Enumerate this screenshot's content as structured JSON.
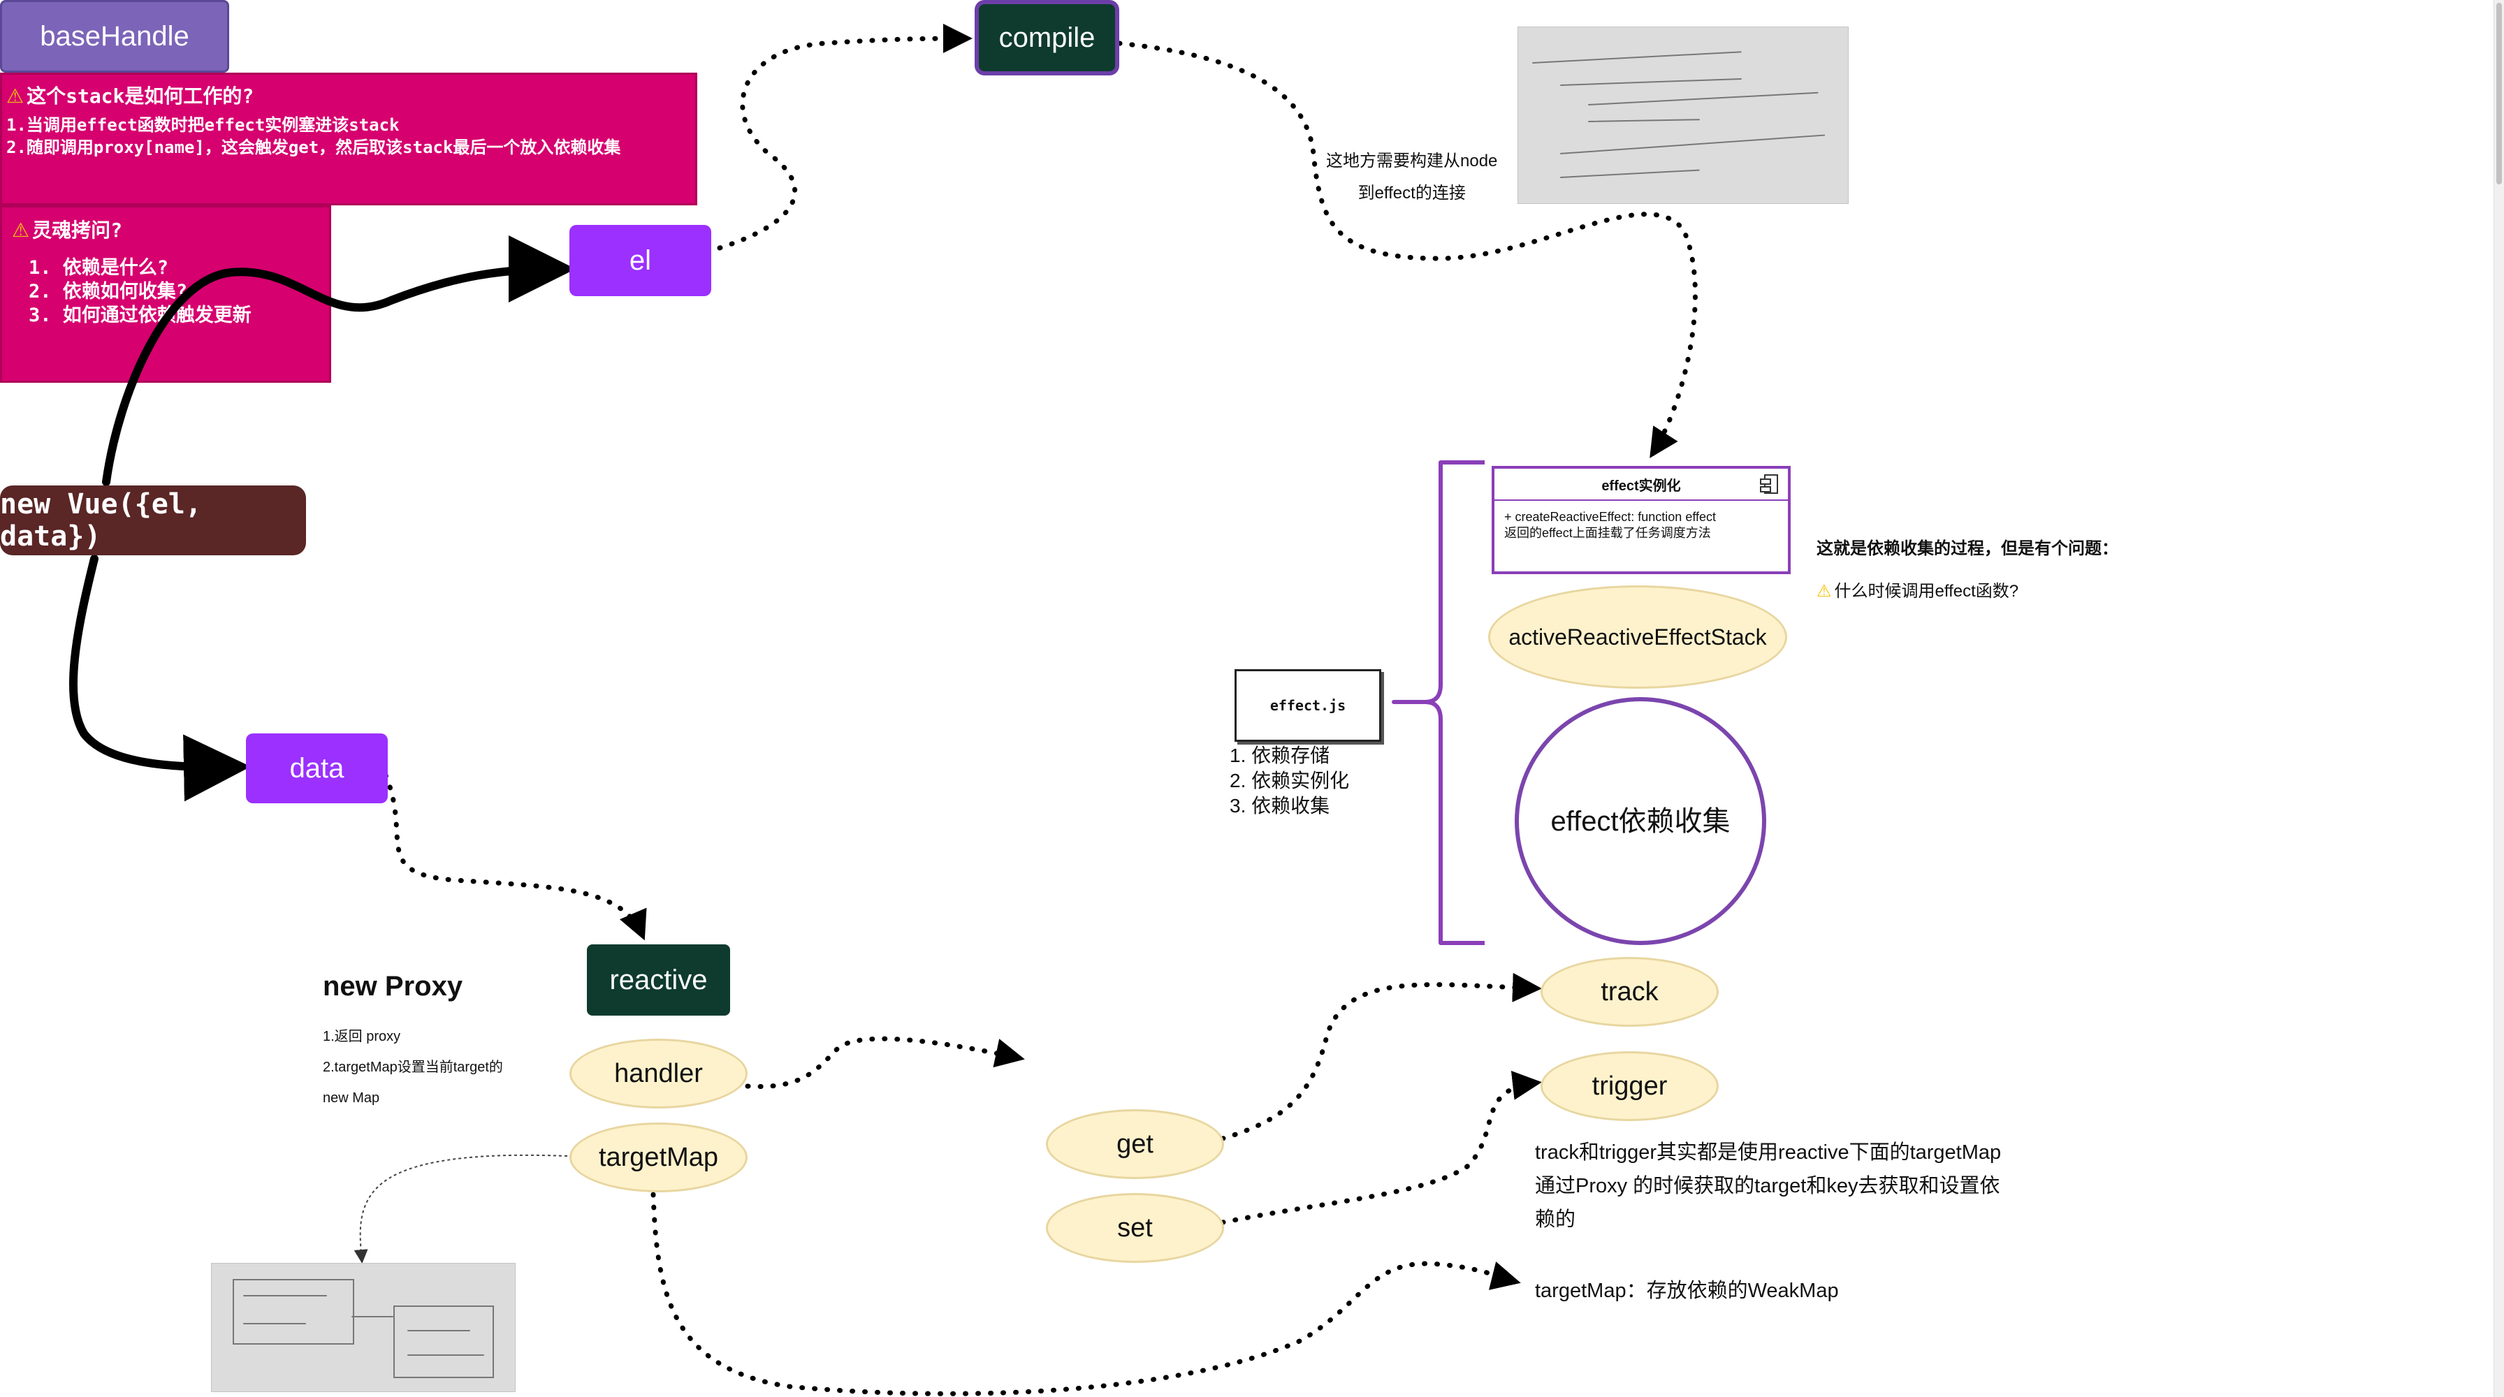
{
  "nodes": {
    "new_vue": "new Vue({el, data})",
    "el": "el",
    "data": "data",
    "compile": "compile",
    "reactive": "reactive",
    "handler": "handler",
    "target_map": "targetMap",
    "base_handle": "baseHandle",
    "get": "get",
    "set": "set",
    "track": "track",
    "trigger": "trigger",
    "active_stack": "activeReactiveEffectStack",
    "effect_collect": "effect依赖收集",
    "effect_js": "effect.js"
  },
  "effect_class": {
    "title": "effect实例化",
    "line1": "+ createReactiveEffect: function effect",
    "line2": "返回的effect上面挂载了任务调度方法"
  },
  "effect_js_list": [
    "1. 依赖存储",
    "2. 依赖实例化",
    "3. 依赖收集"
  ],
  "compile_note": [
    "这地方需要构建从node",
    "到effect的连接"
  ],
  "proxy": {
    "title": "new Proxy",
    "lines": [
      "1.返回 proxy",
      "2.targetMap设置当前target的",
      "new Map"
    ]
  },
  "dep_question": {
    "heading": "这就是依赖收集的过程，但是有个问题：",
    "question": "什么时候调用effect函数?"
  },
  "stack_box": {
    "title": "这个stack是如何工作的?",
    "line1": "1.当调用effect函数时把effect实例塞进该stack",
    "line2": "2.随即调用proxy[name]，这会触发get，然后取该stack最后一个放入依赖收集"
  },
  "soul_box": {
    "title": "灵魂拷问?",
    "items": [
      "1.  依赖是什么?",
      "2.  依赖如何收集?",
      "3.  如何通过依赖触发更新"
    ]
  },
  "track_note": [
    "track和trigger其实都是使用reactive下面的targetMap",
    "通过Proxy 的时候获取的target和key去获取和设置依",
    "赖的"
  ],
  "target_map_note": "targetMap：存放依赖的WeakMap",
  "warn_icon": "warning-icon",
  "colors": {
    "purple": "#9b30ff",
    "dark_green": "#0e3b2e",
    "brown": "#5a2626",
    "lavender": "#7c64b8",
    "pink": "#d6006f",
    "ellipse": "#fef2cc",
    "uml_border": "#8a3fb8"
  }
}
